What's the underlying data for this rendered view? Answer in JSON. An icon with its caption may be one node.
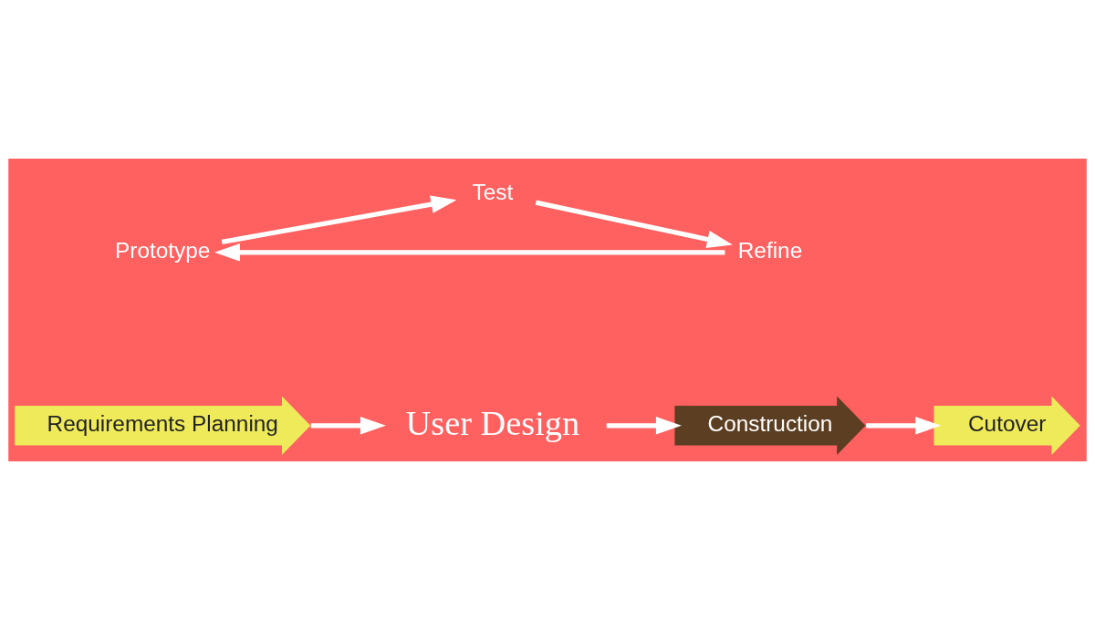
{
  "diagram": {
    "nodes": [
      {
        "text": [
          "Requirements Planning"
        ]
      },
      {
        "text": [
          "User Design"
        ]
      },
      {
        "text": [
          "Prototype"
        ]
      },
      {
        "text": [
          "Test"
        ]
      },
      {
        "text": [
          "Refine"
        ]
      },
      {
        "text": [
          "Construction"
        ]
      },
      {
        "text": [
          "Cutover"
        ]
      }
    ],
    "edges": [
      {
        "from": 0,
        "to": 1,
        "arrow": "to"
      },
      {
        "from": 4,
        "to": 2,
        "arrow": "to"
      },
      {
        "from": 2,
        "to": 3,
        "arrow": "to"
      },
      {
        "from": 3,
        "to": 4,
        "arrow": "to"
      },
      {
        "from": 1,
        "to": 5,
        "arrow": "to"
      },
      {
        "from": 5,
        "to": 6,
        "arrow": "to"
      }
    ]
  }
}
